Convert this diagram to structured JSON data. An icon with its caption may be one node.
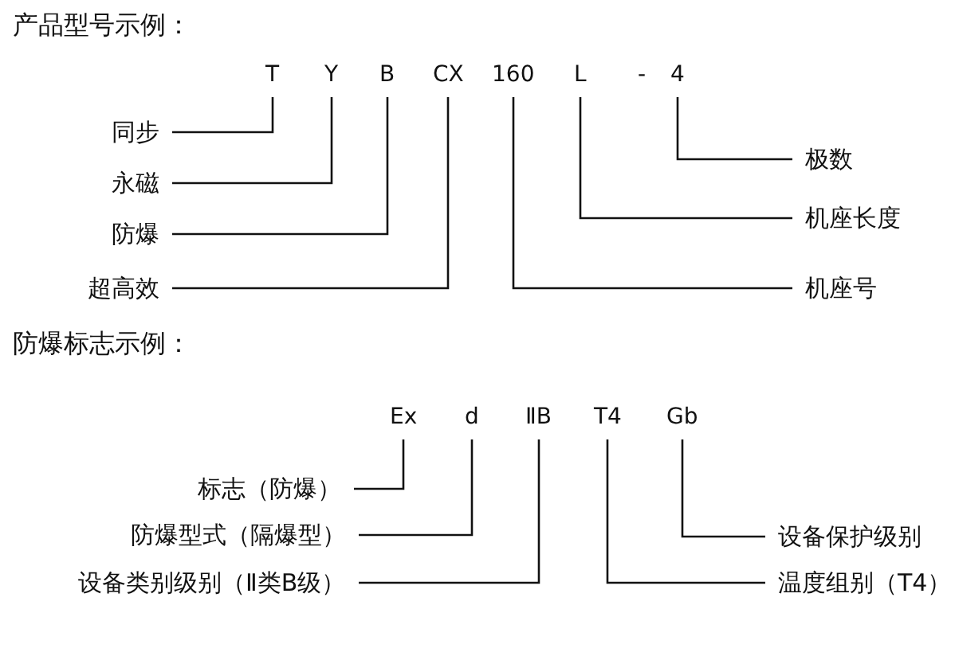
{
  "diagram": {
    "nodes": [
      {
        "text": [
          "T"
        ]
      },
      {
        "text": [
          "Y"
        ]
      },
      {
        "text": [
          "B"
        ]
      },
      {
        "text": [
          "CX"
        ]
      },
      {
        "text": [
          "160"
        ]
      },
      {
        "text": [
          "L"
        ]
      },
      {
        "text": [
          "4"
        ]
      },
      {
        "text": [
          "同步"
        ]
      },
      {
        "text": [
          "永磁"
        ]
      },
      {
        "text": [
          "防爆"
        ]
      },
      {
        "text": [
          "超高效"
        ]
      },
      {
        "text": [
          "极数"
        ]
      },
      {
        "text": [
          "机座长度"
        ]
      },
      {
        "text": [
          "机座号"
        ]
      },
      {
        "text": [
          "Ex"
        ]
      },
      {
        "text": [
          "d"
        ]
      },
      {
        "text": [
          "ⅡB"
        ]
      },
      {
        "text": [
          "T4"
        ]
      },
      {
        "text": [
          "Gb"
        ]
      },
      {
        "text": [
          "标志（防爆）"
        ]
      },
      {
        "text": [
          "防爆型式（隔爆型）"
        ]
      },
      {
        "text": [
          "设备类别级别（Ⅱ类B级）"
        ]
      },
      {
        "text": [
          "设备保护级别"
        ]
      },
      {
        "text": [
          "温度组别（T4）"
        ]
      }
    ],
    "edges": [
      {
        "from": 0,
        "to": 7,
        "arrow": "none"
      },
      {
        "from": 1,
        "to": 8,
        "arrow": "none"
      },
      {
        "from": 2,
        "to": 9,
        "arrow": "none"
      },
      {
        "from": 3,
        "to": 10,
        "arrow": "none"
      },
      {
        "from": 4,
        "to": 13,
        "arrow": "none"
      },
      {
        "from": 5,
        "to": 12,
        "arrow": "none"
      },
      {
        "from": 6,
        "to": 11,
        "arrow": "none"
      },
      {
        "from": 14,
        "to": 19,
        "arrow": "none"
      },
      {
        "from": 15,
        "to": 20,
        "arrow": "none"
      },
      {
        "from": 16,
        "to": 21,
        "arrow": "none"
      },
      {
        "from": 17,
        "to": 23,
        "arrow": "none"
      },
      {
        "from": 18,
        "to": 22,
        "arrow": "none"
      }
    ],
    "labels": [
      "产品型号示例：",
      "-",
      "防爆标志示例："
    ]
  }
}
